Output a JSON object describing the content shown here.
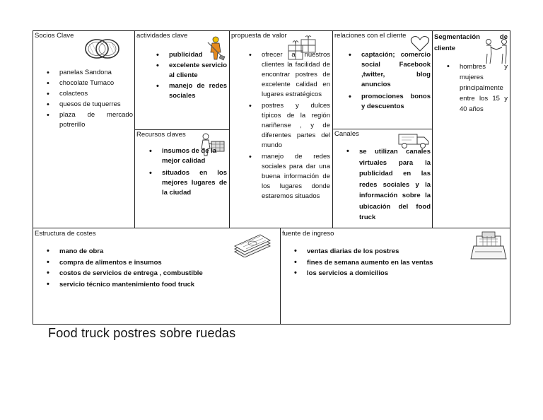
{
  "socios": {
    "title": "Socios Clave",
    "items": [
      "panelas Sandona",
      "chocolate Tumaco",
      "colacteos",
      "quesos de tuquerres",
      "plaza de mercado potrerillo"
    ]
  },
  "actividades": {
    "title": "actividades clave",
    "items": [
      "publicidad",
      "excelente servicio al cliente",
      "manejo de redes sociales"
    ]
  },
  "recursos": {
    "title": "Recursos claves",
    "items": [
      "insumos de de la mejor calidad",
      "situados en los mejores lugares de la ciudad"
    ]
  },
  "propuesta": {
    "title": "propuesta de valor",
    "items": [
      "ofrecer a nuestros clientes la facilidad de encontrar postres de excelente calidad en lugares estratégicos",
      "postres y dulces típicos de la región nariñense , y de diferentes partes del mundo",
      "manejo de redes sociales para dar una buena información de los lugares donde estaremos situados"
    ]
  },
  "relaciones": {
    "title": "relaciones con el cliente",
    "items": [
      "captación; comercio social Facebook ,twitter, blog anuncios",
      "promociones bonos y descuentos"
    ]
  },
  "canales": {
    "title": "Canales",
    "items": [
      "se utilizan canales virtuales para la publicidad en las redes sociales y la información sobre la ubicación del food truck"
    ]
  },
  "segmentacion": {
    "title": "Segmentación de cliente",
    "items": [
      "hombres y mujeres principalmente entre los 15 y 40 años"
    ]
  },
  "costes": {
    "title": "Estructura de costes",
    "items": [
      "mano de obra",
      "compra de alimentos e insumos",
      "costos de servicios de entrega , combustible",
      "servicio técnico mantenimiento food truck"
    ]
  },
  "ingresos": {
    "title": "fuente de ingreso",
    "items": [
      "ventas diarias de los postres",
      "fines de semana aumento en las ventas",
      "los servicios a domicilios"
    ]
  },
  "footer": {
    "title": "Food truck postres sobre ruedas"
  },
  "icons": {
    "socios": "wedding-rings-icon",
    "actividades": "worker-shovel-icon",
    "recursos": "worker-crate-icon",
    "propuesta": "gift-boxes-icon",
    "relaciones": "heart-icon",
    "canales": "delivery-truck-icon",
    "segmentacion": "handshake-icon",
    "costes": "cash-stack-icon",
    "ingresos": "cash-register-icon"
  }
}
